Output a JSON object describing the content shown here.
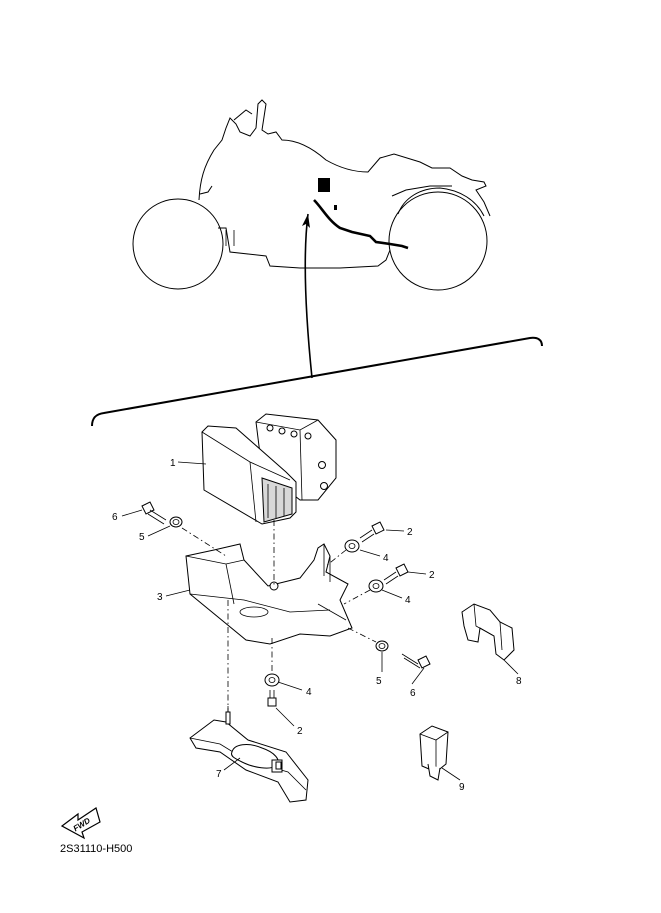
{
  "callouts": [
    "1",
    "2",
    "2",
    "2",
    "3",
    "4",
    "4",
    "4",
    "5",
    "5",
    "6",
    "6",
    "7",
    "8",
    "9"
  ],
  "direction_badge": "FWD",
  "figure_code": "2S31110-H500"
}
